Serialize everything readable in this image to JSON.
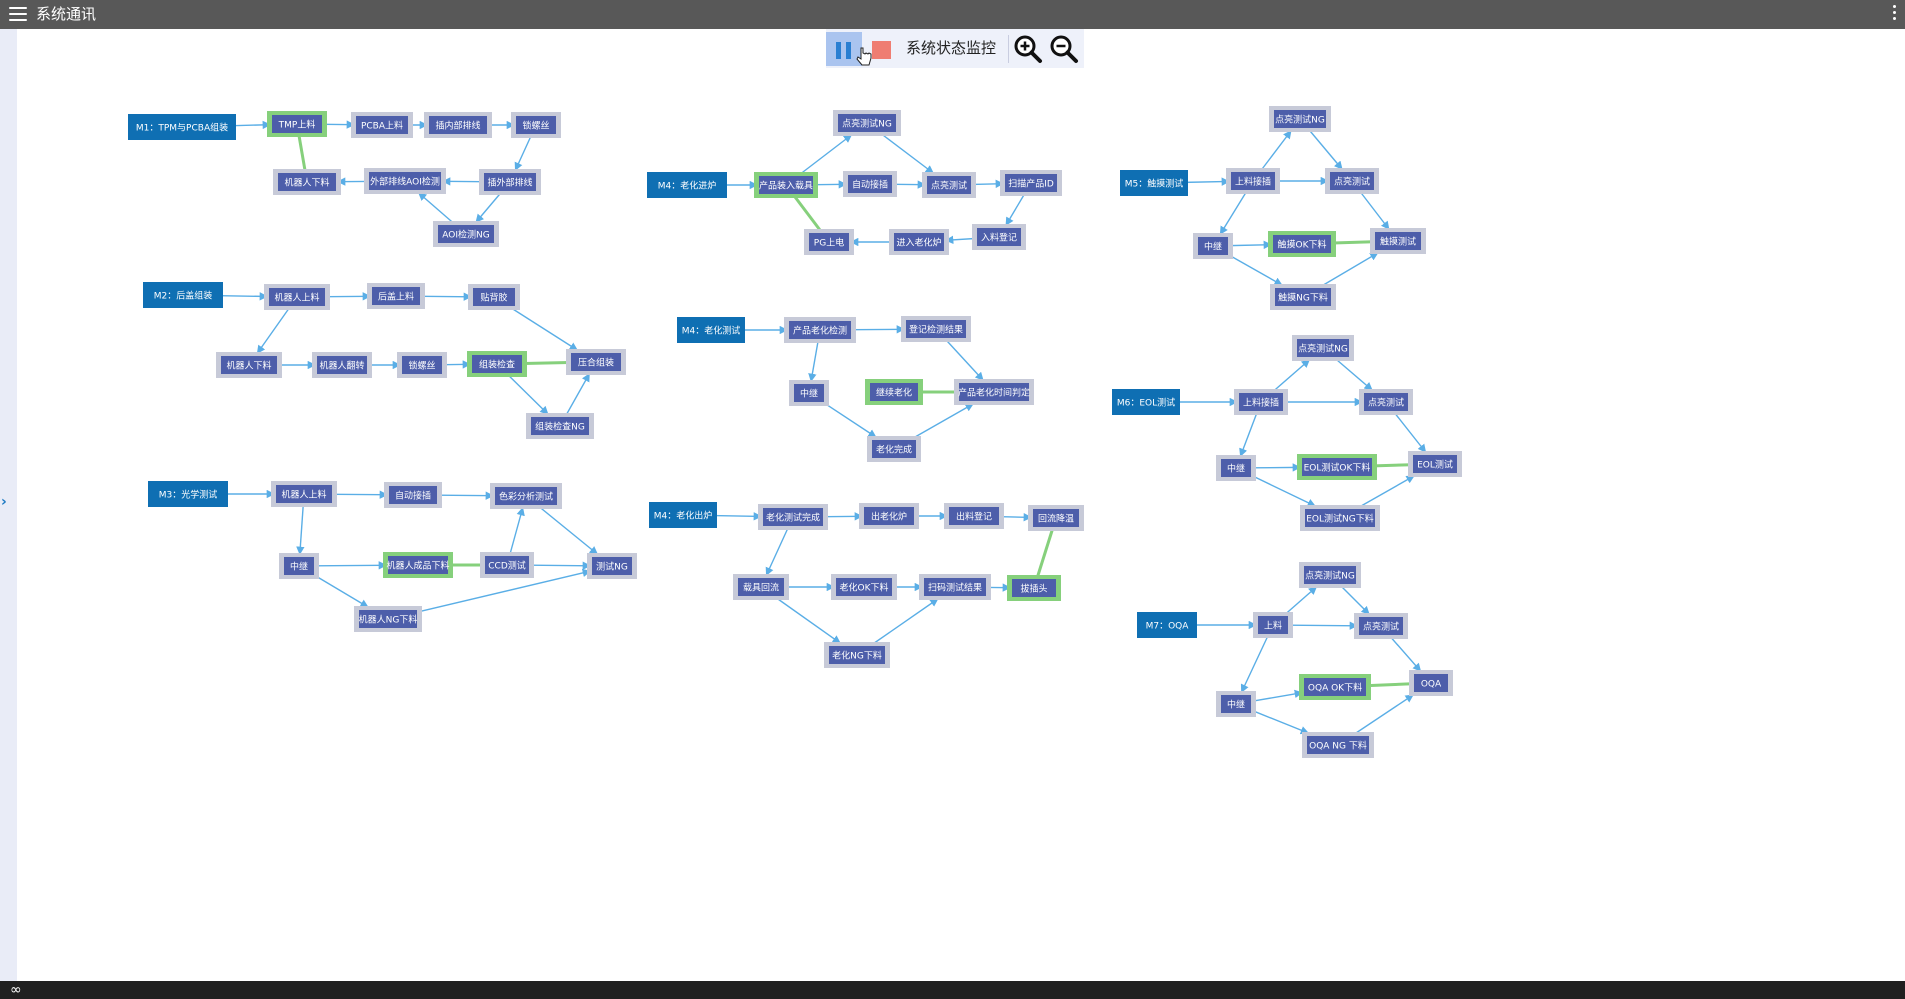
{
  "app": {
    "title": "系统通讯",
    "menu_icon": "hamburger-menu-icon",
    "more_icon": "kebab-menu-icon"
  },
  "toolbar": {
    "label": "系统状态监控"
  },
  "colors": {
    "link": "#5aaee6",
    "active": "#86d07c",
    "node": "#4d5eaa",
    "head": "#0f6fb3"
  },
  "flows": [
    {
      "id": "m1",
      "head": "M1：TPM与PCBA组装",
      "nodes": [
        {
          "id": "tmp",
          "label": "TMP上料",
          "active": true
        },
        {
          "id": "pcba",
          "label": "PCBA上料"
        },
        {
          "id": "inner",
          "label": "插内部排线"
        },
        {
          "id": "screw",
          "label": "锁螺丝"
        },
        {
          "id": "robot",
          "label": "机器人下料"
        },
        {
          "id": "aoi",
          "label": "外部排线AOI检测"
        },
        {
          "id": "outer",
          "label": "插外部排线"
        },
        {
          "id": "aoing",
          "label": "AOI检测NG"
        }
      ]
    },
    {
      "id": "m2",
      "head": "M2：后盖组装",
      "nodes": [
        {
          "id": "rup",
          "label": "机器人上料"
        },
        {
          "id": "cover",
          "label": "后盖上料"
        },
        {
          "id": "glue",
          "label": "贴背胶"
        },
        {
          "id": "rdown",
          "label": "机器人下料"
        },
        {
          "id": "rflip",
          "label": "机器人翻转"
        },
        {
          "id": "screw",
          "label": "锁螺丝"
        },
        {
          "id": "check",
          "label": "组装检查",
          "active": true
        },
        {
          "id": "press",
          "label": "压合组装"
        },
        {
          "id": "checkng",
          "label": "组装检查NG"
        }
      ]
    },
    {
      "id": "m3",
      "head": "M3：光学测试",
      "nodes": [
        {
          "id": "rup",
          "label": "机器人上料"
        },
        {
          "id": "auto",
          "label": "自动接插"
        },
        {
          "id": "color",
          "label": "色彩分析测试"
        },
        {
          "id": "relay",
          "label": "中继"
        },
        {
          "id": "okdown",
          "label": "机器人成品下料",
          "active": true
        },
        {
          "id": "ccd",
          "label": "CCD测试"
        },
        {
          "id": "ng",
          "label": "测试NG"
        },
        {
          "id": "ngdown",
          "label": "机器人NG下料"
        }
      ]
    },
    {
      "id": "m4a",
      "head": "M4：老化进炉",
      "nodes": [
        {
          "id": "lightng",
          "label": "点亮测试NG"
        },
        {
          "id": "load",
          "label": "产品装入载具",
          "active": true
        },
        {
          "id": "auto",
          "label": "自动接插"
        },
        {
          "id": "light",
          "label": "点亮测试"
        },
        {
          "id": "scan",
          "label": "扫描产品ID"
        },
        {
          "id": "pg",
          "label": "PG上电"
        },
        {
          "id": "enter",
          "label": "进入老化炉"
        },
        {
          "id": "reg",
          "label": "入料登记"
        }
      ]
    },
    {
      "id": "m4b",
      "head": "M4：老化测试",
      "nodes": [
        {
          "id": "detect",
          "label": "产品老化检测"
        },
        {
          "id": "record",
          "label": "登记检测结果"
        },
        {
          "id": "relay",
          "label": "中继"
        },
        {
          "id": "cont",
          "label": "继续老化",
          "active": true
        },
        {
          "id": "timeout",
          "label": "产品老化时间判定"
        },
        {
          "id": "done",
          "label": "老化完成"
        }
      ]
    },
    {
      "id": "m4c",
      "head": "M4：老化出炉",
      "nodes": [
        {
          "id": "done",
          "label": "老化测试完成"
        },
        {
          "id": "out",
          "label": "出老化炉"
        },
        {
          "id": "reg",
          "label": "出料登记"
        },
        {
          "id": "back",
          "label": "回流降温"
        },
        {
          "id": "carrier",
          "label": "载具回流"
        },
        {
          "id": "okdown",
          "label": "老化OK下料"
        },
        {
          "id": "scan",
          "label": "扫码测试结果"
        },
        {
          "id": "unplug",
          "label": "拔插头",
          "active": true
        },
        {
          "id": "ngdown",
          "label": "老化NG下料"
        }
      ]
    },
    {
      "id": "m5",
      "head": "M5：触摸测试",
      "nodes": [
        {
          "id": "lightng",
          "label": "点亮测试NG"
        },
        {
          "id": "up",
          "label": "上料接插"
        },
        {
          "id": "light",
          "label": "点亮测试"
        },
        {
          "id": "relay",
          "label": "中继"
        },
        {
          "id": "okdown",
          "label": "触摸OK下料",
          "active": true
        },
        {
          "id": "touch",
          "label": "触摸测试"
        },
        {
          "id": "ngdown",
          "label": "触摸NG下料"
        }
      ]
    },
    {
      "id": "m6",
      "head": "M6：EOL测试",
      "nodes": [
        {
          "id": "lightng",
          "label": "点亮测试NG"
        },
        {
          "id": "up",
          "label": "上料接插"
        },
        {
          "id": "light",
          "label": "点亮测试"
        },
        {
          "id": "relay",
          "label": "中继"
        },
        {
          "id": "okdown",
          "label": "EOL测试OK下料",
          "active": true
        },
        {
          "id": "eol",
          "label": "EOL测试"
        },
        {
          "id": "ngdown",
          "label": "EOL测试NG下料"
        }
      ]
    },
    {
      "id": "m7",
      "head": "M7：OQA",
      "nodes": [
        {
          "id": "lightng",
          "label": "点亮测试NG"
        },
        {
          "id": "up",
          "label": "上料"
        },
        {
          "id": "light",
          "label": "点亮测试"
        },
        {
          "id": "relay",
          "label": "中继"
        },
        {
          "id": "okdown",
          "label": "OQA OK下料",
          "active": true
        },
        {
          "id": "oqa",
          "label": "OQA"
        },
        {
          "id": "ngdown",
          "label": "OQA NG 下料"
        }
      ]
    }
  ]
}
